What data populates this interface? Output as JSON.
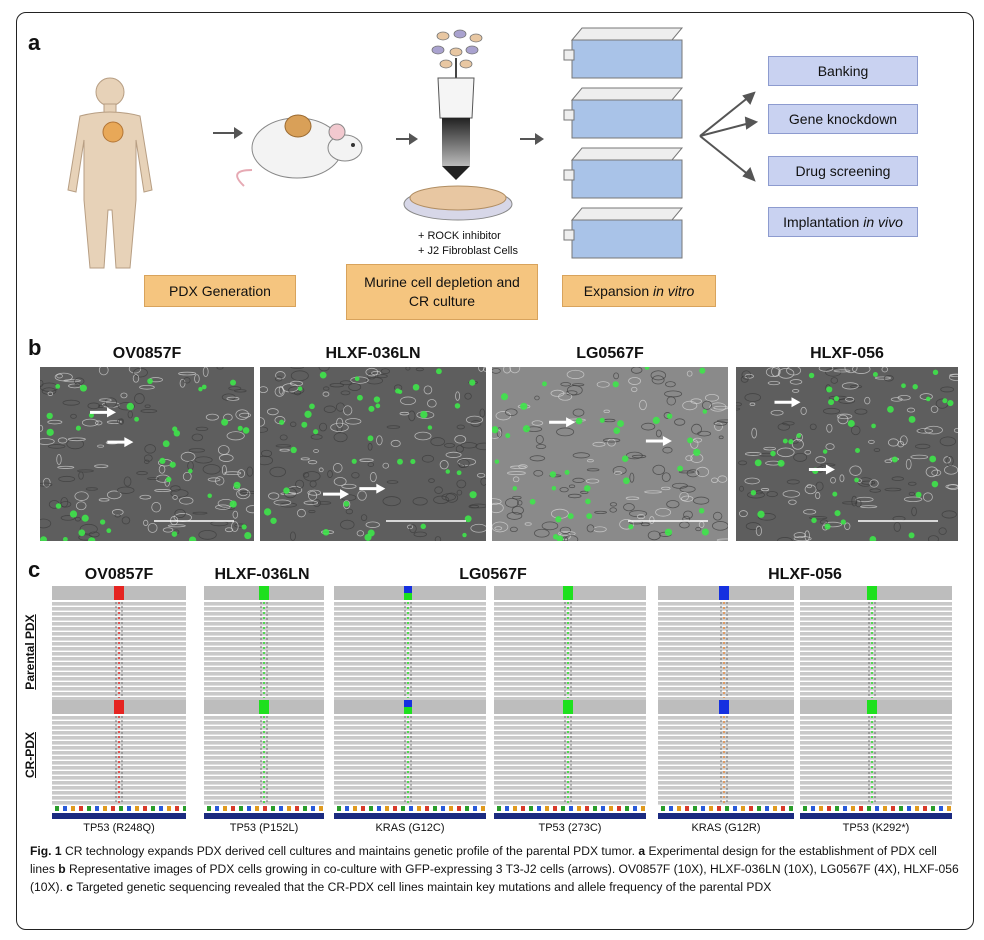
{
  "panel_labels": {
    "a": "a",
    "b": "b",
    "c": "c"
  },
  "panel_a": {
    "pdx_generation": "PDX Generation",
    "murine_depletion": "Murine cell depletion and CR culture",
    "expansion": "Expansion",
    "expansion_italic": "in vitro",
    "rock_inhibitor": "+ ROCK inhibitor",
    "j2_cells": "+ J2 Fibroblast Cells",
    "outcomes": [
      "Banking",
      "Gene knockdown",
      "Drug screening",
      "Implantation"
    ],
    "implantation_italic": "in vivo"
  },
  "panel_b": {
    "titles": [
      "OV0857F",
      "HLXF-036LN",
      "LG0567F",
      "HLXF-056"
    ]
  },
  "panel_c": {
    "titles": [
      "OV0857F",
      "HLXF-036LN",
      "LG0567F",
      "HLXF-056"
    ],
    "row_labels": [
      "Parental PDX",
      "CR-PDX"
    ],
    "genes": [
      "TP53 (R248Q)",
      "TP53 (P152L)",
      "KRAS (G12C)",
      "TP53 (273C)",
      "KRAS (G12R)",
      "TP53 (K292*)"
    ]
  },
  "colors": {
    "orange": "#f5c57f",
    "blue_box": "#c9d2f1",
    "read_gray": "#c9c9c9",
    "mutation_red": "#e52421",
    "mutation_green": "#1ee01e",
    "mutation_blue": "#1530e0"
  },
  "caption": {
    "fig": "Fig. 1",
    "title": " CR technology expands PDX derived cell cultures and maintains genetic profile of the parental PDX tumor.",
    "a_label": "a",
    "a_text": " Experimental design for the establishment of PDX cell lines ",
    "b_label": "b",
    "b_text": " Representative images of PDX cells growing in co-culture with GFP-expressing 3 T3-J2 cells (arrows). OV0857F (10X), HLXF-036LN (10X), LG0567F (4X), HLXF-056 (10X). ",
    "c_label": "c",
    "c_text": " Targeted genetic sequencing revealed that the CR-PDX cell lines maintain key mutations and allele frequency of the parental PDX"
  }
}
